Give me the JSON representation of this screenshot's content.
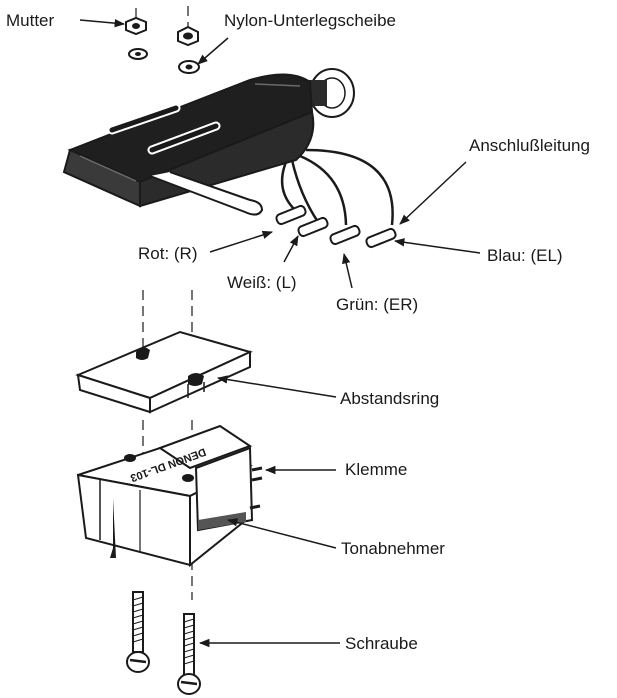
{
  "labels": {
    "mutter": "Mutter",
    "nylon": "Nylon-Unterlegscheibe",
    "anschluss": "Anschlußleitung",
    "rot": "Rot: (R)",
    "weiss": "Weiß: (L)",
    "gruen": "Grün: (ER)",
    "blau": "Blau: (EL)",
    "abstandsring": "Abstandsring",
    "klemme": "Klemme",
    "tonabnehmer": "Tonabnehmer",
    "schraube": "Schraube"
  },
  "cartridge_plate": "DENON DL-103",
  "colors": {
    "ink": "#1a1a1a",
    "paper": "#ffffff",
    "shade": "#2b2b2b"
  }
}
